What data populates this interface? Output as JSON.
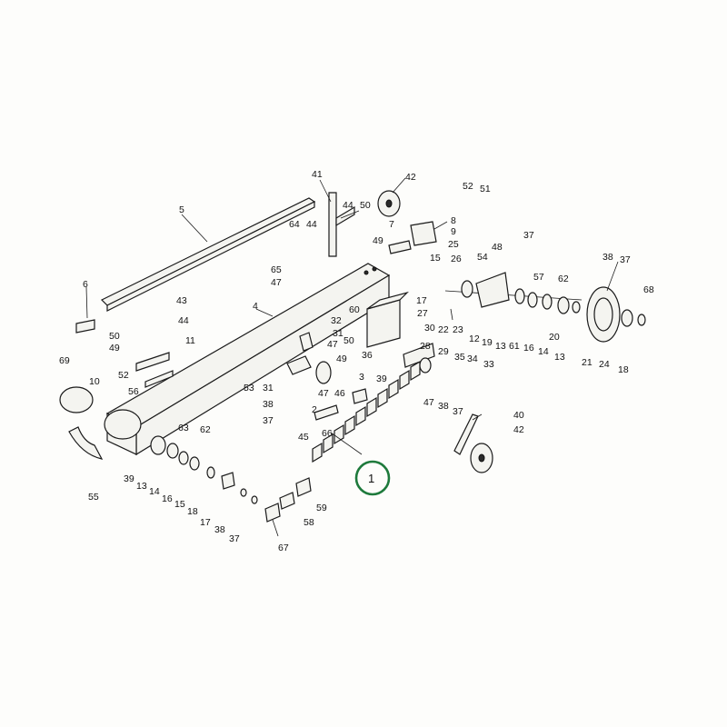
{
  "diagram": {
    "highlight": {
      "label": "1",
      "color": "#1e7a3c"
    },
    "labels": {
      "l41": "41",
      "l42": "42",
      "l44a": "44",
      "l50a": "50",
      "l64": "64",
      "l44b": "44",
      "l49a": "49",
      "l7": "7",
      "l52a": "52",
      "l51": "51",
      "l8": "8",
      "l9": "9",
      "l25": "25",
      "l15": "15",
      "l26": "26",
      "l48": "48",
      "l54": "54",
      "l37a": "37",
      "l5": "5",
      "l65": "65",
      "l47a": "47",
      "l17": "17",
      "l27": "27",
      "l60": "60",
      "l30": "30",
      "l22": "22",
      "l23": "23",
      "l12": "12",
      "l19": "19",
      "l13a": "13",
      "l61": "61",
      "l16a": "16",
      "l57": "57",
      "l62a": "62",
      "l14a": "14",
      "l20": "20",
      "l13b": "13",
      "l38a": "38",
      "l37b": "37",
      "l68": "68",
      "l21": "21",
      "l24": "24",
      "l18a": "18",
      "l6": "6",
      "l43": "43",
      "l44c": "44",
      "l50b": "50",
      "l49b": "49",
      "l11": "11",
      "l4": "4",
      "l32": "32",
      "l31": "31",
      "l47b": "47",
      "l50c": "50",
      "l49c": "49",
      "l36": "36",
      "l28": "28",
      "l29": "29",
      "l35": "35",
      "l34": "34",
      "l33": "33",
      "l39a": "39",
      "l69": "69",
      "l10": "10",
      "l52b": "52",
      "l56": "56",
      "l53": "53",
      "l38b": "38",
      "l37c": "37",
      "l47c": "47",
      "l46": "46",
      "l3": "3",
      "l2": "2",
      "l47d": "47",
      "l38c": "38",
      "l37d": "37",
      "l40": "40",
      "l42b": "42",
      "l45": "45",
      "l66": "66",
      "l63": "63",
      "l62b": "62",
      "l55": "55",
      "l39b": "39",
      "l13c": "13",
      "l14b": "14",
      "l16b": "16",
      "l15b": "15",
      "l18b": "18",
      "l17b": "17",
      "l38d": "38",
      "l37e": "37",
      "l59": "59",
      "l58": "58",
      "l67": "67"
    }
  }
}
